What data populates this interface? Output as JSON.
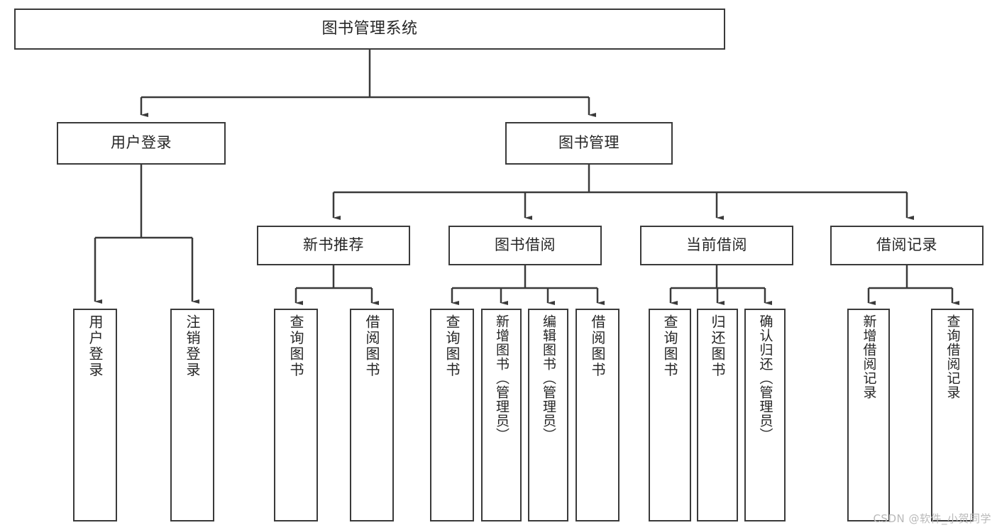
{
  "diagram": {
    "title": "图书管理系统",
    "type": "hierarchy-tree",
    "watermark": "CSDN @软件_小贺同学",
    "colors": {
      "line": "#3a3a3a",
      "box_border": "#3a3a3a",
      "box_fill": "#ffffff",
      "text": "#262626",
      "background": "#ffffff",
      "watermark": "#b9b9b9"
    },
    "root": {
      "label": "图书管理系统"
    },
    "level2": [
      {
        "label": "用户登录"
      },
      {
        "label": "图书管理"
      }
    ],
    "level3": [
      {
        "label": "新书推荐"
      },
      {
        "label": "图书借阅"
      },
      {
        "label": "当前借阅"
      },
      {
        "label": "借阅记录"
      }
    ],
    "leaves": {
      "user_login": [
        {
          "label": "用户登录"
        },
        {
          "label": "注销登录"
        }
      ],
      "new_book": [
        {
          "label": "查询图书"
        },
        {
          "label": "借阅图书"
        }
      ],
      "book_borrow": [
        {
          "label": "查询图书"
        },
        {
          "label": "新增图书（管理员）"
        },
        {
          "label": "编辑图书（管理员）"
        },
        {
          "label": "借阅图书"
        }
      ],
      "current_borrow": [
        {
          "label": "查询图书"
        },
        {
          "label": "归还图书"
        },
        {
          "label": "确认归还（管理员）"
        }
      ],
      "borrow_record": [
        {
          "label": "新增借阅记录"
        },
        {
          "label": "查询借阅记录"
        }
      ]
    }
  }
}
